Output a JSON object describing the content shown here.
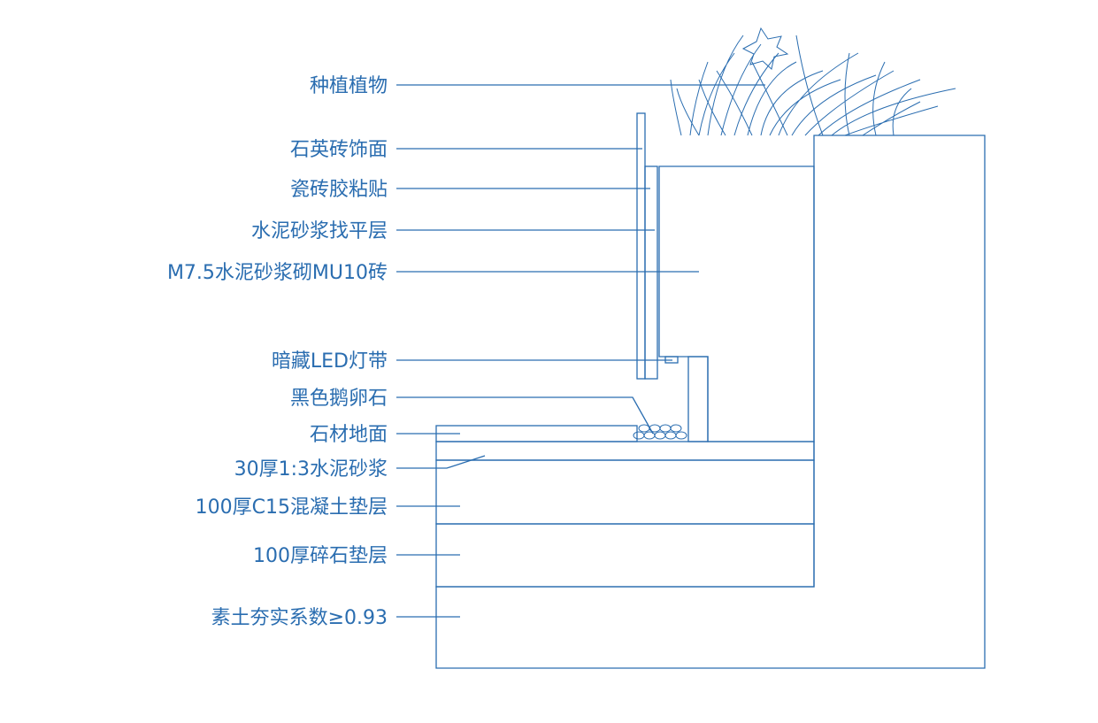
{
  "title": "种植池节点剖面",
  "colors": {
    "line": "#2a6db0",
    "background": "#ffffff"
  },
  "labels": [
    "种植植物",
    "石英砖饰面",
    "瓷砖胶粘贴",
    "水泥砂浆找平层",
    "M7.5水泥砂浆砌MU10砖",
    "暗藏LED灯带",
    "黑色鹅卵石",
    "石材地面",
    "30厚1:3水泥砂浆",
    "100厚C15混凝土垫层",
    "100厚碎石垫层",
    "素土夯实系数≥0.93"
  ]
}
